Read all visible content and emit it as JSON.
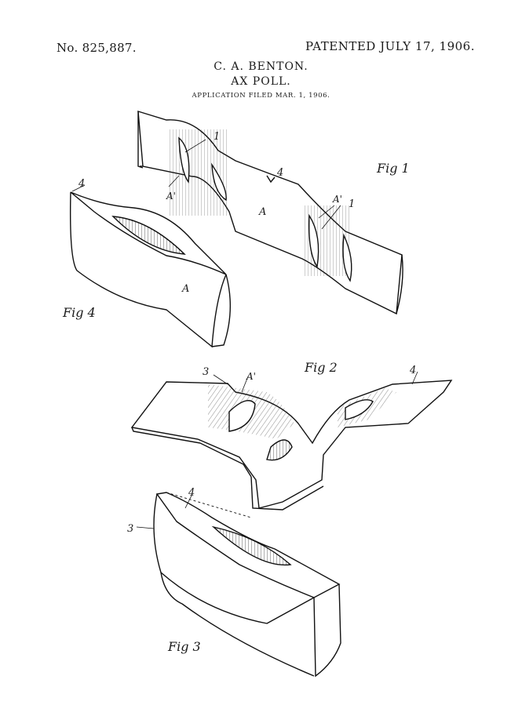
{
  "header": {
    "patent_number": "No. 825,887.",
    "patent_date": "PATENTED JULY 17, 1906.",
    "inventor": "C. A. BENTON.",
    "title": "AX POLL.",
    "application": "APPLICATION FILED MAR. 1, 1906."
  },
  "figures": {
    "fig1": {
      "caption": "Fig 1",
      "labels": {
        "one_top": "1",
        "a_prime_top": "A'",
        "four": "4",
        "a_mid": "A",
        "a_prime_right": "A'",
        "one_right": "1"
      }
    },
    "fig4": {
      "caption": "Fig 4",
      "labels": {
        "four": "4",
        "a": "A"
      }
    },
    "fig2": {
      "caption": "Fig 2",
      "labels": {
        "three": "3",
        "a_prime": "A'",
        "four": "4"
      }
    },
    "fig3": {
      "caption": "Fig 3",
      "labels": {
        "four": "4",
        "three": "3"
      }
    }
  }
}
